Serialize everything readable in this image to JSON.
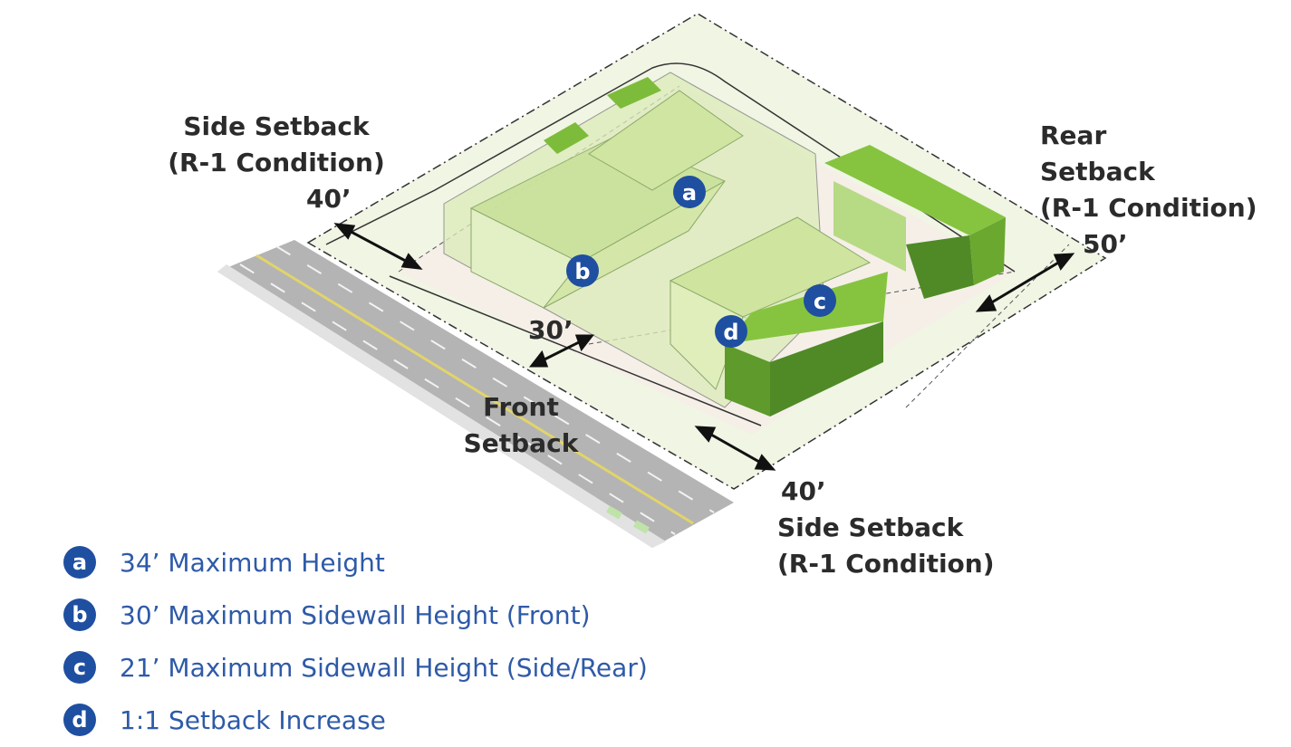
{
  "colors": {
    "badge": "#1f4fa0",
    "legend_text": "#2e5aa8",
    "label_text": "#2b2b2b",
    "lot_fill": "#f0f5e4",
    "building_light": "#d8eab0",
    "building_bright": "#86c440",
    "building_dark": "#4f8a26",
    "road": "#9a9a9a"
  },
  "labels": {
    "side_setback_top": {
      "lines": [
        "Side Setback",
        "(R-1 Condition)"
      ],
      "distance": "40’"
    },
    "rear_setback": {
      "lines": [
        "Rear",
        "Setback",
        "(R-1 Condition)"
      ],
      "distance": "50’"
    },
    "front_setback": {
      "lines": [
        "Front",
        "Setback"
      ],
      "distance": "30’"
    },
    "side_setback_bottom": {
      "lines": [
        "Side Setback",
        "(R-1 Condition)"
      ],
      "distance": "40’"
    }
  },
  "markers": [
    {
      "letter": "a"
    },
    {
      "letter": "b"
    },
    {
      "letter": "c"
    },
    {
      "letter": "d"
    }
  ],
  "legend": [
    {
      "letter": "a",
      "text": "34’ Maximum Height"
    },
    {
      "letter": "b",
      "text": "30’ Maximum Sidewall Height (Front)"
    },
    {
      "letter": "c",
      "text": "21’ Maximum Sidewall Height (Side/Rear)"
    },
    {
      "letter": "d",
      "text": "1:1 Setback Increase"
    }
  ]
}
